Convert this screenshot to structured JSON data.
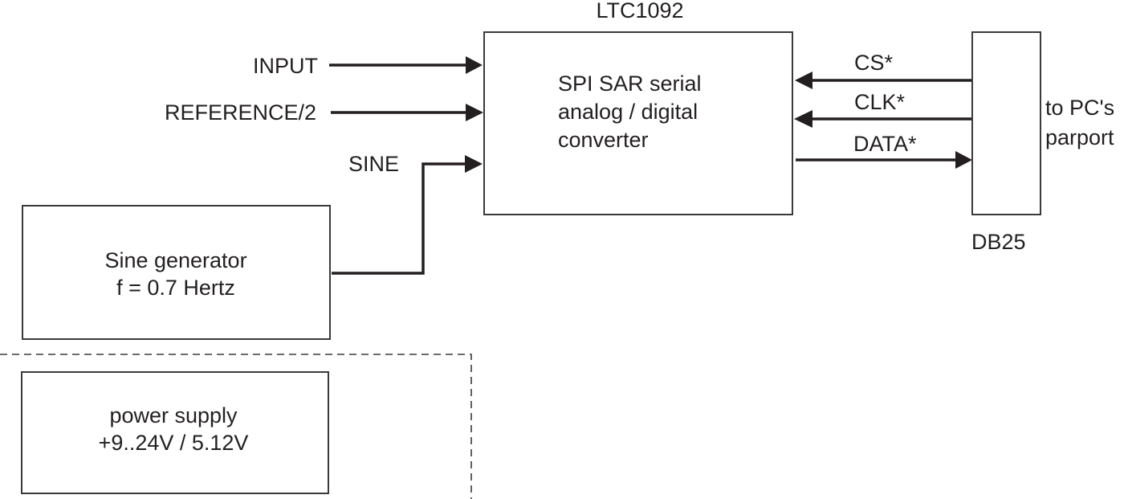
{
  "diagram": {
    "adc": {
      "chip_label": "LTC1092",
      "lines": [
        "SPI SAR serial",
        "analog / digital",
        "converter"
      ]
    },
    "inputs": {
      "input": "INPUT",
      "reference": "REFERENCE/2",
      "sine": "SINE"
    },
    "signals": {
      "cs": "CS*",
      "clk": "CLK*",
      "data": "DATA*"
    },
    "connector": {
      "label": "DB25",
      "note_lines": [
        "to PC's",
        "parport"
      ]
    },
    "sine_generator": {
      "lines": [
        "Sine generator",
        "f = 0.7 Hertz"
      ]
    },
    "power_supply": {
      "lines": [
        "power supply",
        "+9..24V / 5.12V"
      ]
    }
  }
}
